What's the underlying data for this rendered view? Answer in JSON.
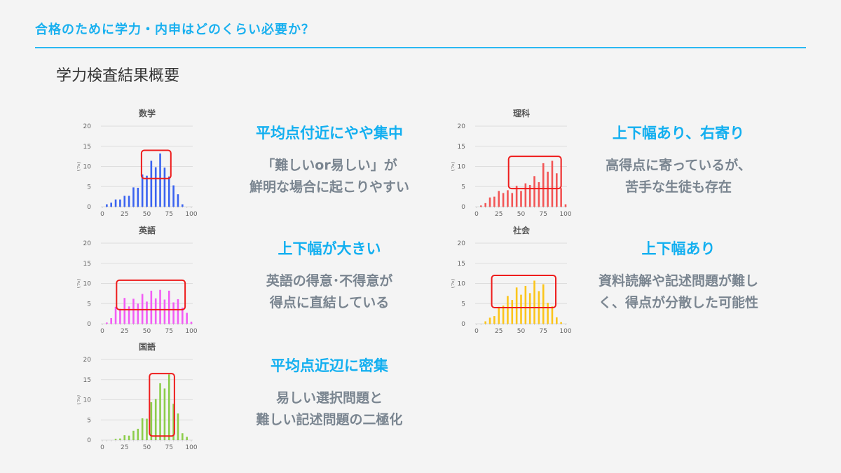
{
  "header": {
    "title": "合格のために学力・内申はどのくらい必要か？",
    "subtitle": "学力検査結果概要"
  },
  "colors": {
    "accent": "#19b0ef",
    "body_text": "#7a8590",
    "highlight_box": "#ee1c1c"
  },
  "chart_data": [
    {
      "type": "bar",
      "title": "数学",
      "ylabel": "(%)",
      "ylim": [
        0,
        20
      ],
      "yticks": [
        "0",
        "5",
        "10",
        "15",
        "20"
      ],
      "xticks": [
        "0",
        "25",
        "50",
        "75",
        "100"
      ],
      "xlim": [
        0,
        100
      ],
      "grid": true,
      "color": "#3a63f0",
      "x": [
        5,
        10,
        15,
        20,
        25,
        30,
        35,
        40,
        45,
        50,
        55,
        60,
        65,
        70,
        75,
        80,
        85,
        90,
        95,
        100
      ],
      "values": [
        0.6,
        1,
        1.8,
        1.8,
        2.7,
        2.7,
        4.8,
        4.7,
        8,
        7.7,
        11.4,
        9.8,
        13.2,
        9.7,
        7.5,
        5.3,
        3.1,
        0.6,
        0,
        0
      ],
      "highlight": {
        "x": [
          44,
          77
        ],
        "y": [
          7,
          14
        ]
      }
    },
    {
      "type": "bar",
      "title": "英語",
      "ylabel": "(%)",
      "ylim": [
        0,
        20
      ],
      "yticks": [
        "0",
        "5",
        "10",
        "15",
        "20"
      ],
      "xticks": [
        "0",
        "25",
        "50",
        "75",
        "100"
      ],
      "xlim": [
        0,
        100
      ],
      "grid": true,
      "color": "#f25cf5",
      "x": [
        5,
        10,
        15,
        20,
        25,
        30,
        35,
        40,
        45,
        50,
        55,
        60,
        65,
        70,
        75,
        80,
        85,
        90,
        95,
        100
      ],
      "values": [
        0.3,
        1.4,
        4.2,
        3.7,
        6.4,
        4.3,
        6.2,
        5,
        7.4,
        5.5,
        8.2,
        6.3,
        8.4,
        6,
        8.2,
        5.3,
        6.1,
        4,
        2.7,
        0.5
      ],
      "highlight": {
        "x": [
          16,
          93
        ],
        "y": [
          3.5,
          10.8
        ]
      }
    },
    {
      "type": "bar",
      "title": "国語",
      "ylabel": "(%)",
      "ylim": [
        0,
        20
      ],
      "yticks": [
        "0",
        "5",
        "10",
        "15",
        "20"
      ],
      "xticks": [
        "0",
        "25",
        "50",
        "75",
        "100"
      ],
      "xlim": [
        0,
        100
      ],
      "grid": true,
      "color": "#8ccd4a",
      "x": [
        5,
        10,
        15,
        20,
        25,
        30,
        35,
        40,
        45,
        50,
        55,
        60,
        65,
        70,
        75,
        80,
        85,
        90,
        95,
        100
      ],
      "values": [
        0,
        0,
        0.3,
        0.4,
        1.2,
        1.1,
        2.3,
        2.8,
        5.4,
        5.3,
        9.4,
        10.2,
        14.1,
        12.8,
        16.3,
        9,
        6.6,
        1.7,
        0.8,
        0
      ],
      "highlight": {
        "x": [
          53,
          81
        ],
        "y": [
          1,
          16.5
        ]
      }
    },
    {
      "type": "bar",
      "title": "理科",
      "ylabel": "(%)",
      "ylim": [
        0,
        20
      ],
      "yticks": [
        "0",
        "5",
        "10",
        "15",
        "20"
      ],
      "xticks": [
        "0",
        "25",
        "50",
        "75",
        "100"
      ],
      "xlim": [
        0,
        100
      ],
      "grid": true,
      "color": "#f25555",
      "x": [
        5,
        10,
        15,
        20,
        25,
        30,
        35,
        40,
        45,
        50,
        55,
        60,
        65,
        70,
        75,
        80,
        85,
        90,
        95,
        100
      ],
      "values": [
        0.3,
        0.9,
        2.3,
        2.5,
        3.9,
        3.4,
        4.1,
        3.4,
        5.2,
        3.9,
        5.8,
        5.4,
        7.6,
        6.1,
        10.8,
        8.7,
        11.4,
        8.3,
        4.6,
        0.6
      ],
      "highlight": {
        "x": [
          36,
          95
        ],
        "y": [
          4.5,
          12.5
        ]
      }
    },
    {
      "type": "bar",
      "title": "社会",
      "ylabel": "(%)",
      "ylim": [
        0,
        20
      ],
      "yticks": [
        "0",
        "5",
        "10",
        "15",
        "20"
      ],
      "xticks": [
        "0",
        "25",
        "50",
        "75",
        "100"
      ],
      "xlim": [
        0,
        100
      ],
      "grid": true,
      "color": "#fbc51a",
      "x": [
        5,
        10,
        15,
        20,
        25,
        30,
        35,
        40,
        45,
        50,
        55,
        60,
        65,
        70,
        75,
        80,
        85,
        90,
        95,
        100
      ],
      "values": [
        0,
        0.6,
        1.5,
        1.9,
        4.2,
        4.5,
        6.9,
        5.9,
        9,
        7.2,
        9.4,
        7.6,
        10.7,
        8.1,
        9.8,
        5.2,
        4.3,
        1.6,
        0.4,
        0
      ],
      "highlight": {
        "x": [
          17,
          89
        ],
        "y": [
          4,
          12
        ]
      }
    }
  ],
  "notes": [
    {
      "heading": "平均点付近にやや集中",
      "lines": [
        "「難しいor易しい」が",
        "鮮明な場合に起こりやすい"
      ]
    },
    {
      "heading": "上下幅が大きい",
      "lines": [
        "英語の得意･不得意が",
        "得点に直結している"
      ]
    },
    {
      "heading": "平均点近辺に密集",
      "lines": [
        "易しい選択問題と",
        "難しい記述問題の二極化"
      ]
    },
    {
      "heading": "上下幅あり、右寄り",
      "lines": [
        "高得点に寄っているが、",
        "苦手な生徒も存在"
      ]
    },
    {
      "heading": "上下幅あり",
      "lines": [
        "資料読解や記述問題が難し",
        "く、得点が分散した可能性"
      ]
    }
  ]
}
